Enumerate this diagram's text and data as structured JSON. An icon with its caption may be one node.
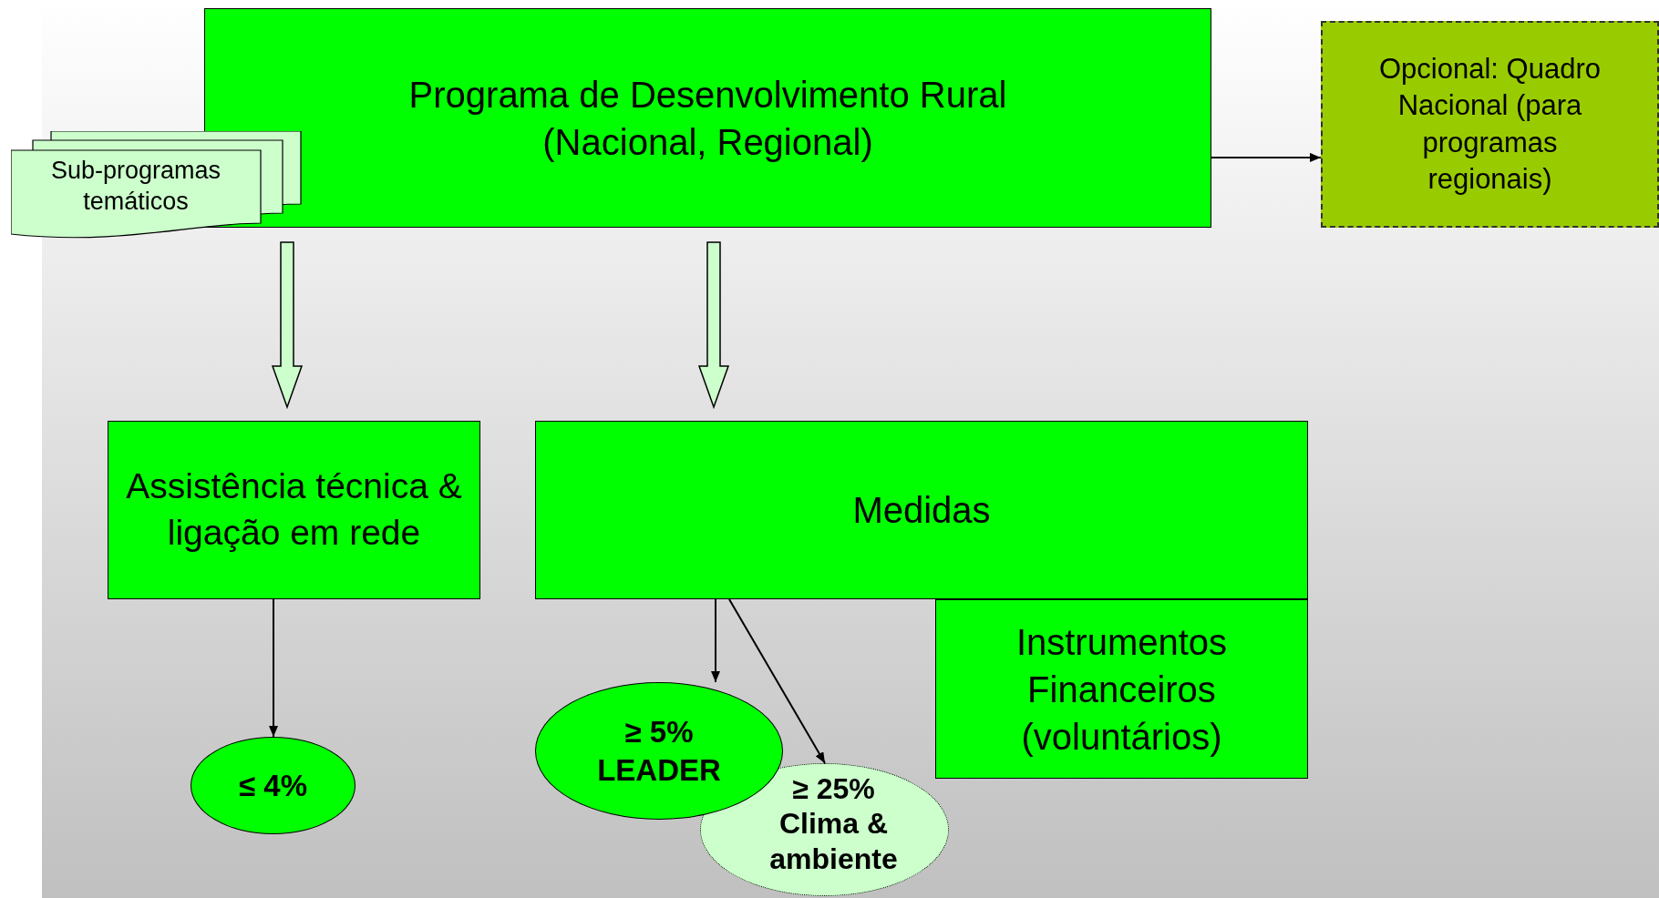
{
  "diagram": {
    "nodes": [
      {
        "text": [
          "Programa de Desenvolvimento Rural (Nacional, Regional)"
        ]
      },
      {
        "text": [
          "Sub-programas temáticos"
        ]
      },
      {
        "text": [
          "Opcional: Quadro Nacional (para programas regionais)"
        ]
      },
      {
        "text": [
          "Assistência técnica & ligação em rede"
        ]
      },
      {
        "text": [
          "Medidas"
        ]
      },
      {
        "text": [
          "Instrumentos Financeiros (voluntários)"
        ]
      },
      {
        "text": [
          "≤ 4%"
        ]
      },
      {
        "text": [
          "≥ 5%",
          "LEADER"
        ]
      },
      {
        "text": [
          "≥ 25%",
          "Clima & ambiente"
        ]
      }
    ],
    "edges": [
      {
        "from": 0,
        "to": 3,
        "arrow": "to",
        "style": "thick"
      },
      {
        "from": 0,
        "to": 4,
        "arrow": "to",
        "style": "thick"
      },
      {
        "from": 0,
        "to": 2,
        "arrow": "to"
      },
      {
        "from": 3,
        "to": 6,
        "arrow": "to"
      },
      {
        "from": 4,
        "to": 7,
        "arrow": "to"
      },
      {
        "from": 4,
        "to": 8,
        "arrow": "to"
      }
    ]
  }
}
